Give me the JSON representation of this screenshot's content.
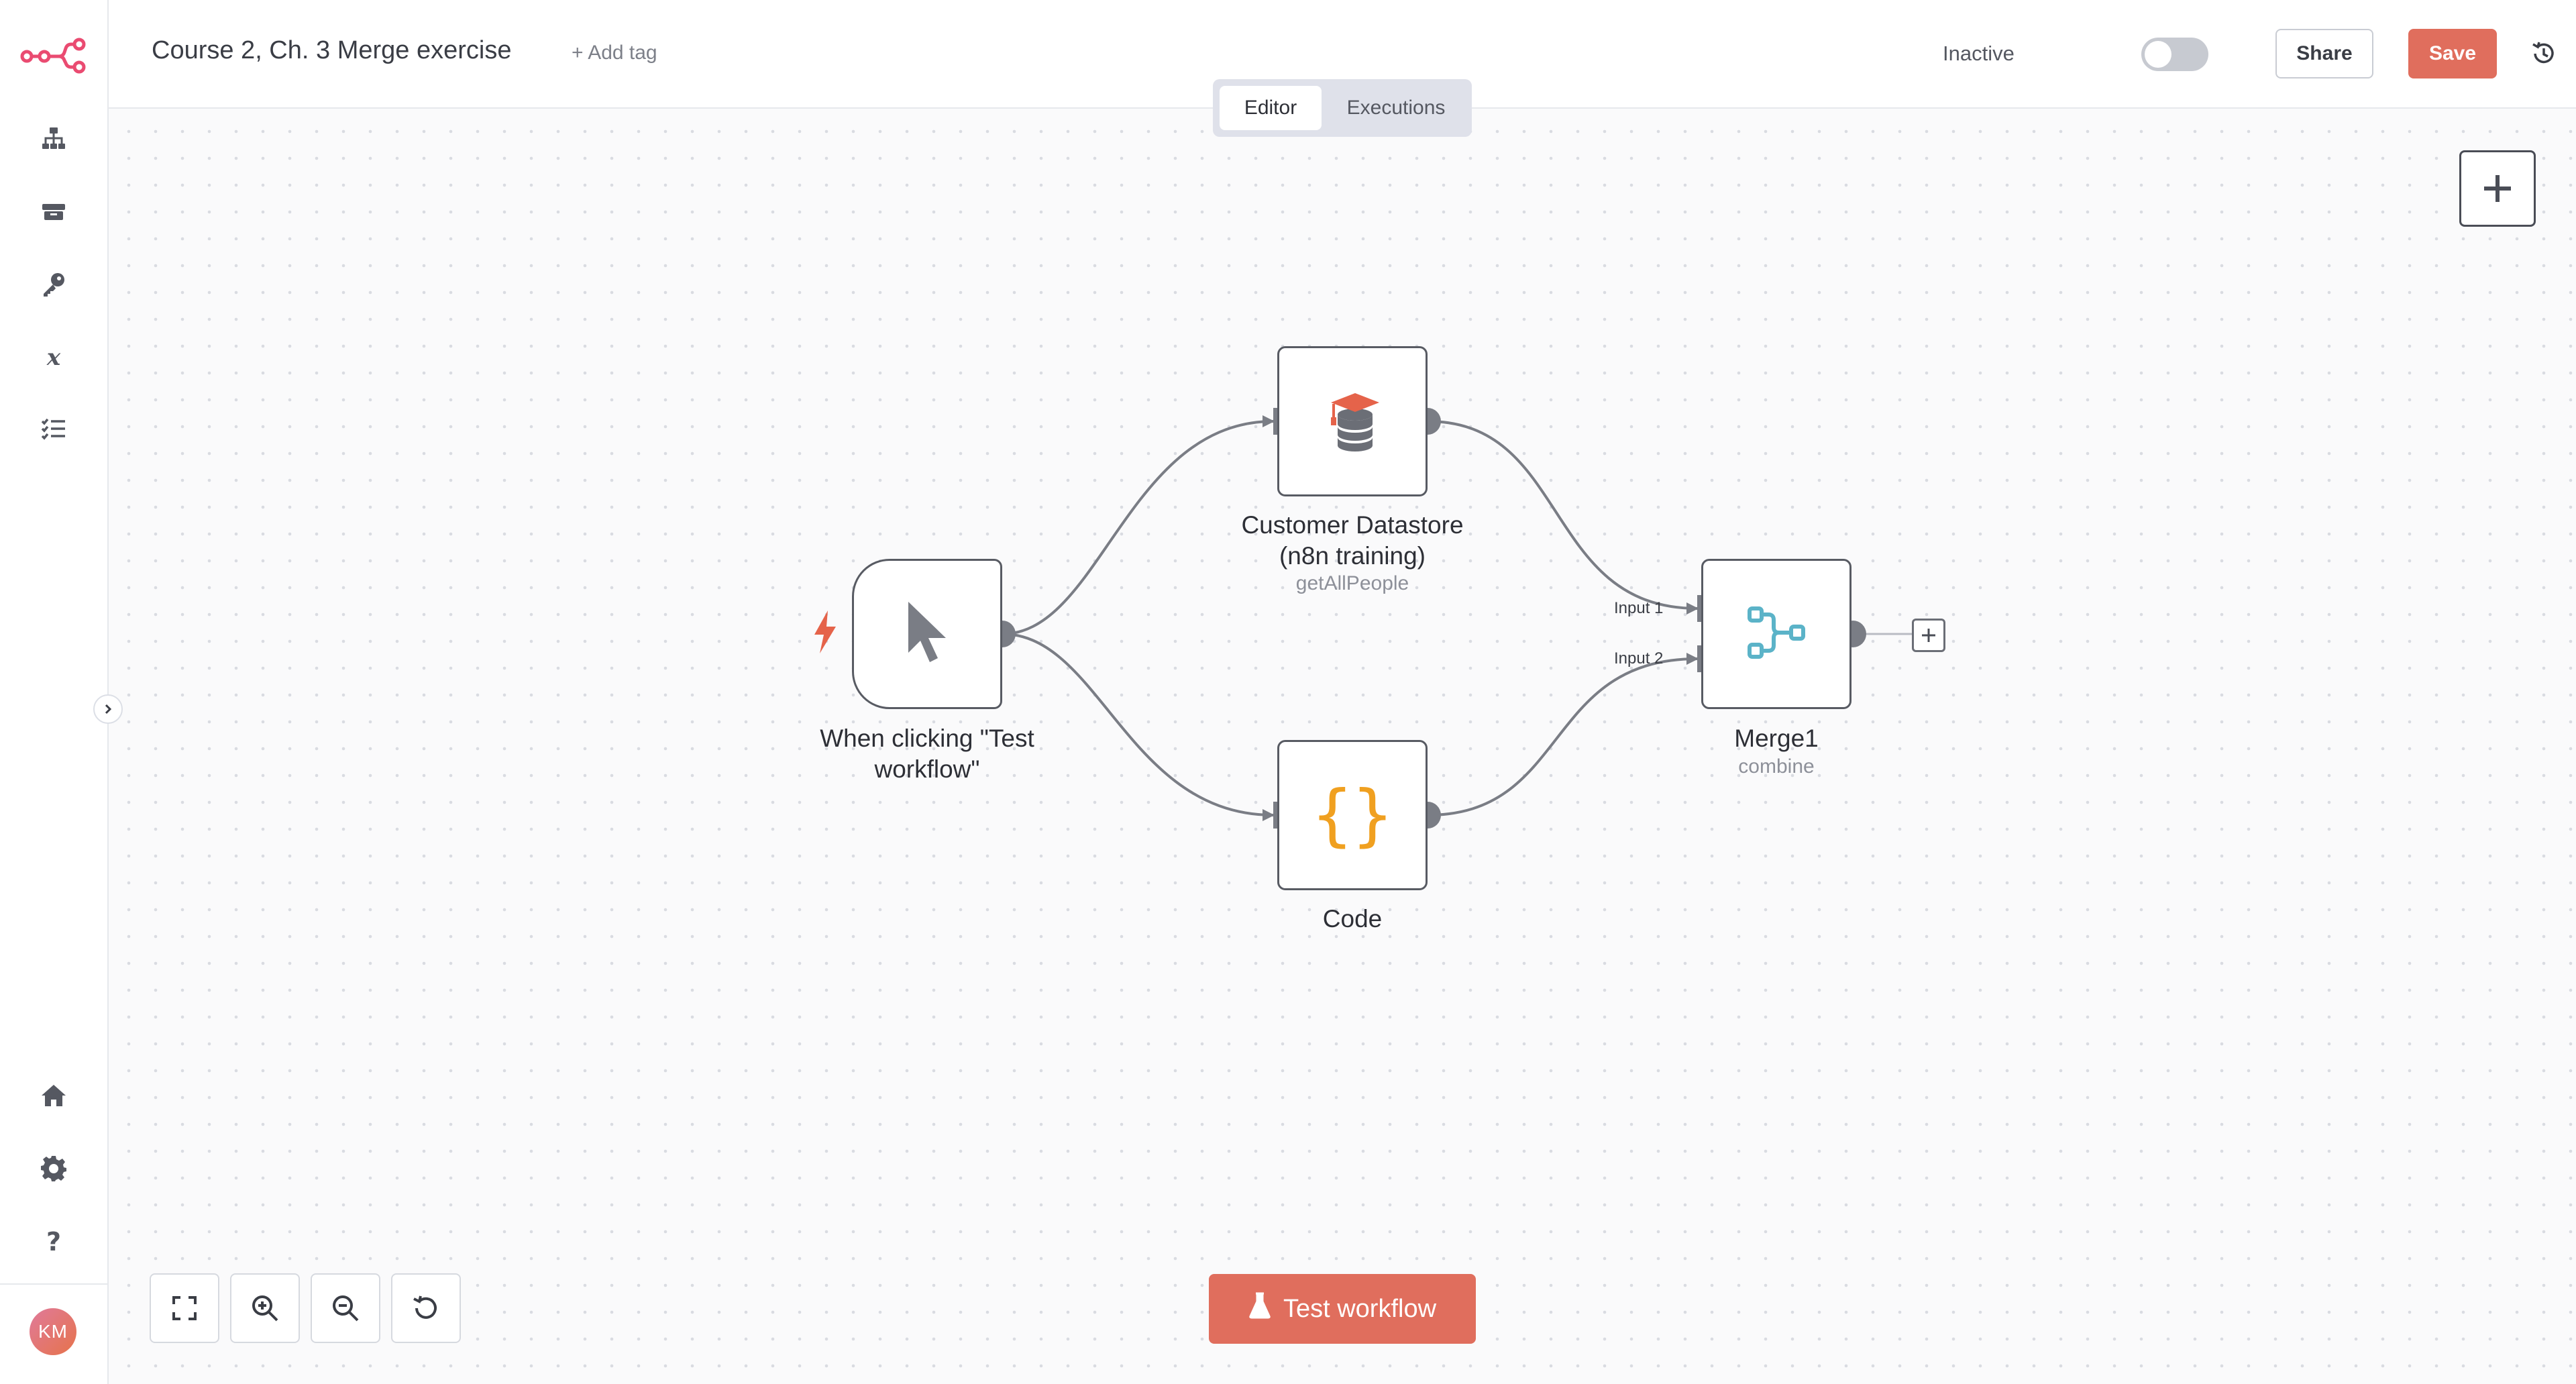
{
  "header": {
    "workflow_title": "Course 2, Ch. 3 Merge exercise",
    "add_tag": "+ Add tag",
    "active_state_label": "Inactive",
    "active": false,
    "share_label": "Share",
    "save_label": "Save"
  },
  "mode_switch": {
    "tabs": [
      {
        "label": "Editor",
        "active": true
      },
      {
        "label": "Executions",
        "active": false
      }
    ]
  },
  "sidebar": {
    "items": [
      {
        "icon": "workflows-icon"
      },
      {
        "icon": "templates-icon"
      },
      {
        "icon": "credentials-icon"
      },
      {
        "icon": "variables-icon"
      },
      {
        "icon": "executions-icon"
      }
    ],
    "bottom_items": [
      {
        "icon": "home-icon"
      },
      {
        "icon": "settings-icon"
      },
      {
        "icon": "help-icon"
      }
    ],
    "avatar_initials": "KM"
  },
  "nodes": {
    "trigger": {
      "label": "When clicking \"Test workflow\"",
      "icon": "cursor-icon"
    },
    "datastore": {
      "label": "Customer Datastore (n8n training)",
      "subtitle": "getAllPeople",
      "icon": "database-graduation-icon"
    },
    "code": {
      "label": "Code",
      "icon": "curly-braces-icon"
    },
    "merge": {
      "label": "Merge1",
      "subtitle": "combine",
      "icon": "merge-icon",
      "inputs": [
        "Input 1",
        "Input 2"
      ]
    }
  },
  "footer": {
    "test_workflow_label": "Test workflow"
  },
  "colors": {
    "brand": "#ea4b71",
    "accent": "#e06e5d",
    "merge_icon": "#5bb3c8",
    "code_icon": "#f0a020",
    "datastore_cap": "#e5634a"
  }
}
